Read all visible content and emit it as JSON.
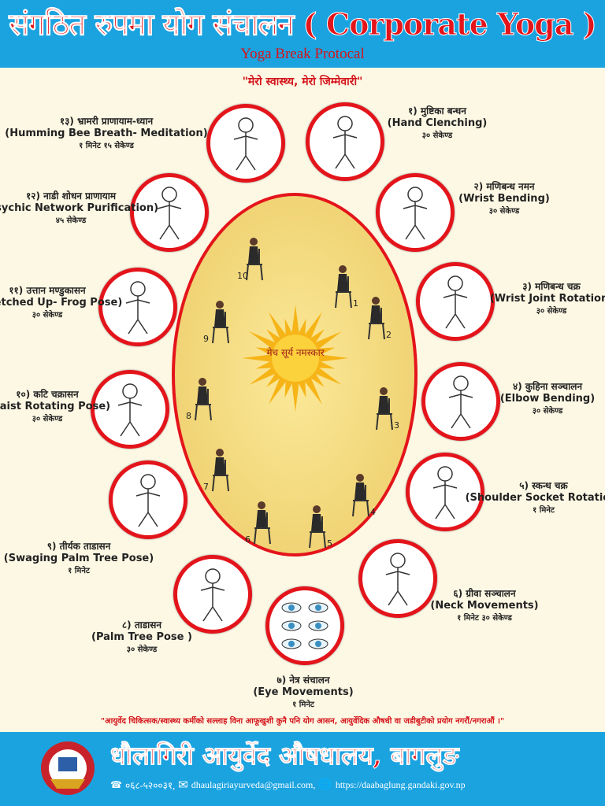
{
  "header": {
    "title": "संगठित रुपमा योग संचालन ( Corporate Yoga )",
    "subtitle": "Yoga Break Protocal"
  },
  "slogan": "\"मेरो स्वास्थ्य,  मेरो जिम्मेवारी\"",
  "center": {
    "label": "मेच सूर्य नमस्कार",
    "step_numbers": [
      "1",
      "2",
      "3",
      "4",
      "5",
      "6",
      "7",
      "8",
      "9",
      "10"
    ]
  },
  "poses": [
    {
      "np": "१) मुष्टिका बन्धन",
      "en": "(Hand Clenching)",
      "dur": "३० सेकेण्ड"
    },
    {
      "np": "२) मणिबन्ध नमन",
      "en": "(Wrist Bending)",
      "dur": "३० सेकेण्ड"
    },
    {
      "np": "३) मणिबन्ध चक्र",
      "en": "(Wrist Joint Rotation)",
      "dur": "३० सेकेण्ड"
    },
    {
      "np": "४) कुहिना सञ्चालन",
      "en": "(Elbow Bending)",
      "dur": "३० सेकेण्ड"
    },
    {
      "np": "५) स्कन्ध चक्र",
      "en": "(Shoulder Socket Rotation)",
      "dur": "१ मिनेट"
    },
    {
      "np": "६) ग्रीवा सञ्चालन",
      "en": "(Neck Movements)",
      "dur": "१ मिनेट ३० सेकेण्ड"
    },
    {
      "np": "७) नेत्र संचालन",
      "en": "(Eye Movements)",
      "dur": "१ मिनेट"
    },
    {
      "np": "८) ताडासन",
      "en": "(Palm Tree Pose )",
      "dur": "३० सेकेण्ड"
    },
    {
      "np": "९) तीर्यक ताडासन",
      "en": "(Swaging Palm Tree Pose)",
      "dur": "१ मिनेट"
    },
    {
      "np": "१०) कटि चक्रासन",
      "en": "(Waist Rotating Pose)",
      "dur": "३० सेकेण्ड"
    },
    {
      "np": "११) उत्तान मण्डुकासन",
      "en": "(Stretched Up- Frog Pose)",
      "dur": "३० सेकेण्ड"
    },
    {
      "np": "१२) नाडी शोधन प्राणायाम",
      "en": "(Psychic Network Purification)",
      "dur": "४५ सेकेण्ड"
    },
    {
      "np": "१३) भ्रामरी प्राणायाम-ध्यान",
      "en": "(Humming Bee Breath- Meditation)",
      "dur": "१ मिनेट १५ सेकेण्ड"
    }
  ],
  "disclaimer": "\"आयुर्वेद चिकित्सक/स्वास्थ्य कर्मीको सल्लाह विना आफूखुशी कुनै पनि योग आसन, आयुर्वेदिक औषधी वा जडीबुटीको प्रयोग नगरौं/नगराऔं ।\"",
  "footer": {
    "org": "धौलागिरी आयुर्वेद औषधालय, बागलुङ",
    "phone": "०६८-५२००३१,",
    "email": "dhaulagiriayurveda@gmail.com,",
    "website": "https://daabaglung.gandaki.gov.np"
  },
  "colors": {
    "blue": "#1ba3e0",
    "red": "#e4141b",
    "cream": "#fdf8e4"
  }
}
